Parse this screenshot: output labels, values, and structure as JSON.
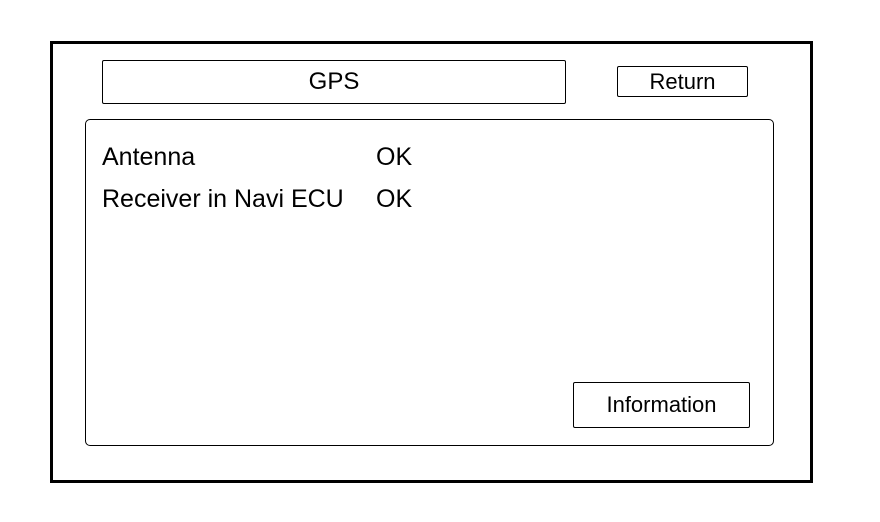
{
  "header": {
    "title": "GPS",
    "return_label": "Return"
  },
  "status": {
    "rows": [
      {
        "label": "Antenna",
        "value": "OK"
      },
      {
        "label": "Receiver in Navi ECU",
        "value": "OK"
      }
    ]
  },
  "footer": {
    "information_label": "Information"
  }
}
